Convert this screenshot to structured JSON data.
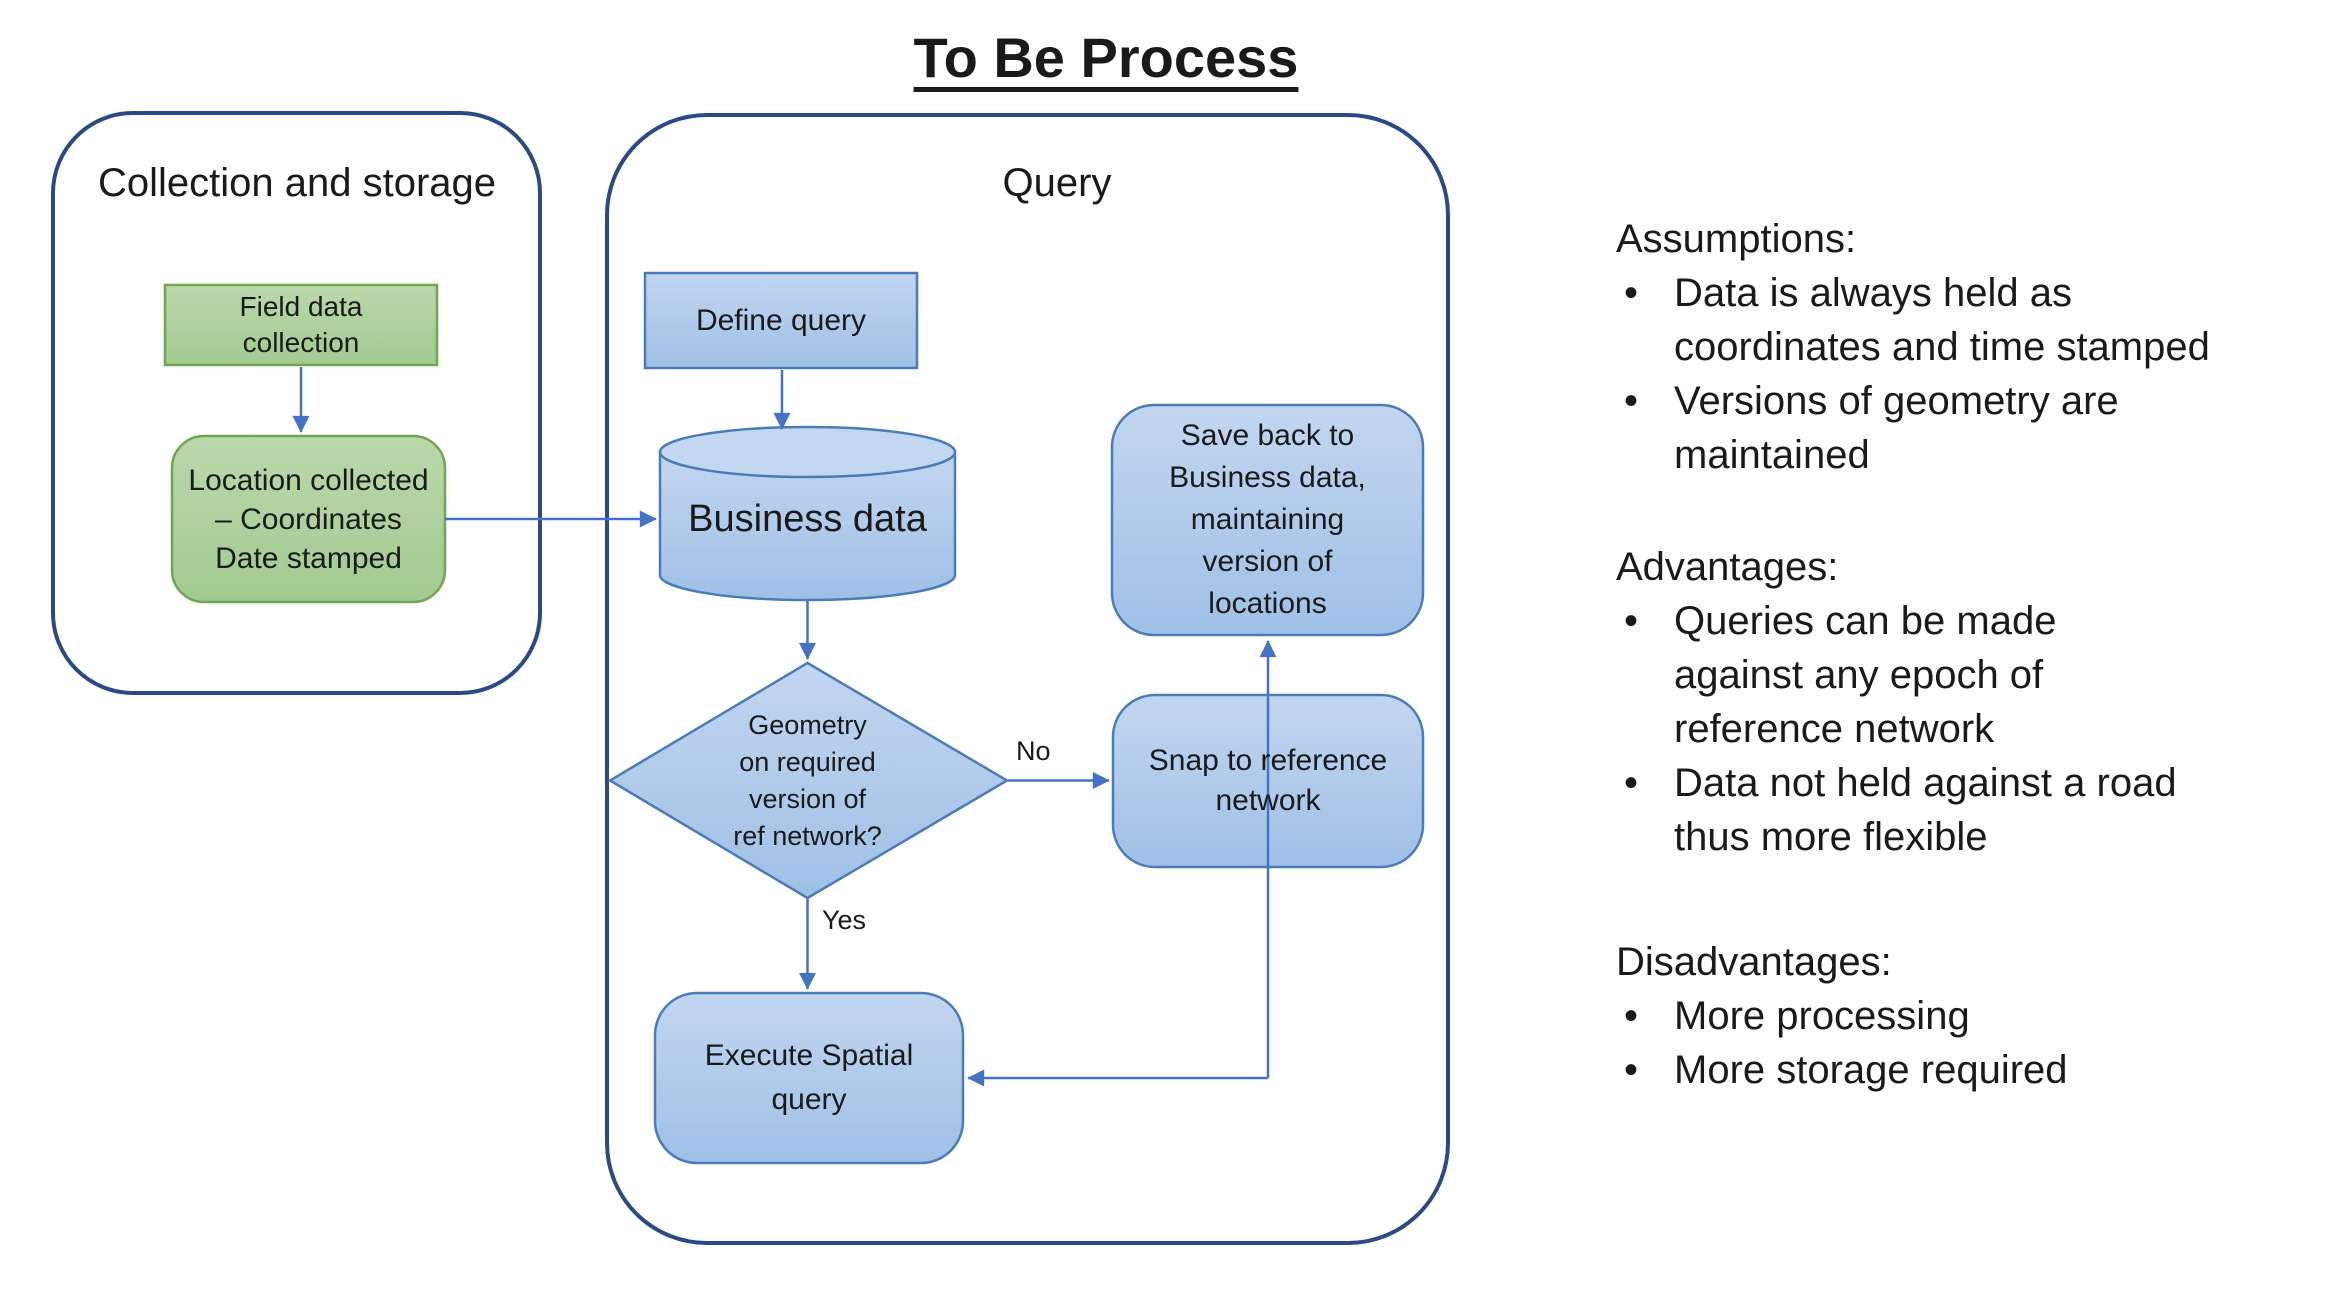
{
  "title": "To Be Process",
  "bullet": "•",
  "containers": {
    "collection": {
      "label": "Collection and storage"
    },
    "query": {
      "label": "Query"
    }
  },
  "nodes": {
    "field": {
      "lines": [
        "Field data",
        "collection"
      ]
    },
    "location": {
      "lines": [
        "Location collected",
        "– Coordinates",
        "Date stamped"
      ]
    },
    "define": {
      "lines": [
        "Define query"
      ]
    },
    "business": {
      "lines": [
        "Business data"
      ]
    },
    "save": {
      "lines": [
        "Save back to",
        "Business data,",
        "maintaining",
        "version of",
        "locations"
      ]
    },
    "decision": {
      "lines": [
        "Geometry",
        "on required",
        "version of",
        "ref network?"
      ]
    },
    "snap": {
      "lines": [
        "Snap to reference",
        "network"
      ]
    },
    "execute": {
      "lines": [
        "Execute Spatial",
        "query"
      ]
    }
  },
  "edge_labels": {
    "no": "No",
    "yes": "Yes"
  },
  "notes": [
    {
      "heading": "Assumptions:",
      "items": [
        {
          "lines": [
            "Data is always held as",
            "coordinates and time stamped"
          ]
        },
        {
          "lines": [
            "Versions of geometry are",
            "maintained"
          ]
        }
      ]
    },
    {
      "heading": "Advantages:",
      "items": [
        {
          "lines": [
            "Queries can be made",
            "against any epoch of",
            "reference network"
          ]
        },
        {
          "lines": [
            "Data not held against a road",
            "thus more flexible"
          ]
        }
      ]
    },
    {
      "heading": "Disadvantages:",
      "items": [
        {
          "lines": [
            "More processing"
          ]
        },
        {
          "lines": [
            "More storage required"
          ]
        }
      ]
    }
  ],
  "colors": {
    "container_border": "#2a4a85",
    "connector": "#4472c4",
    "blue_fill_top": "#c2d6f0",
    "blue_fill_bottom": "#9fc0e6",
    "blue_border": "#4a7cb8",
    "cylinder_top": "#c3d7f1",
    "green_fill_top": "#bad8ab",
    "green_fill_bottom": "#a2ca90",
    "green_border": "#6fa751",
    "text": "#1a1a1a"
  }
}
